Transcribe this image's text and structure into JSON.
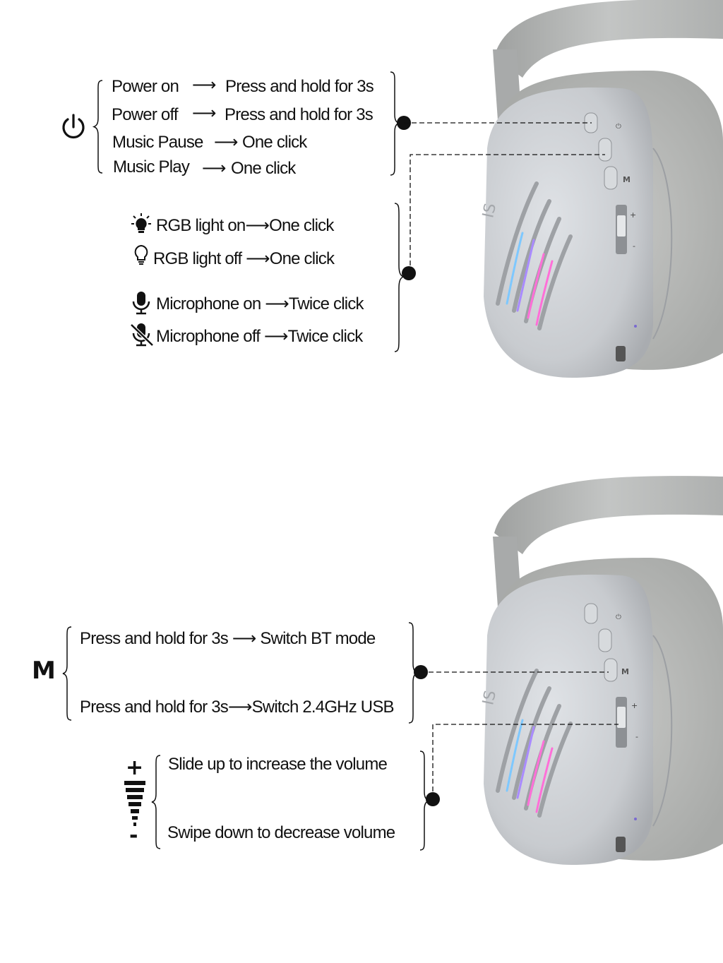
{
  "section1": {
    "power_rows": [
      {
        "action": "Power on",
        "arrow": "⟶",
        "result": "Press and hold for 3s"
      },
      {
        "action": "Power off",
        "arrow": "⟶",
        "result": "Press and hold for 3s"
      },
      {
        "action": "Music Pause",
        "arrow": "⟶",
        "result": "One click"
      },
      {
        "action": "Music Play",
        "arrow": "⟶",
        "result": "One click"
      }
    ],
    "feature_rows": [
      {
        "icon": "sun-bulb-icon",
        "text": "RGB light on⟶One click"
      },
      {
        "icon": "bulb-icon",
        "text": "RGB light off ⟶One click"
      },
      {
        "icon": "microphone-icon",
        "text": "Microphone  on ⟶Twice click"
      },
      {
        "icon": "microphone-muted-icon",
        "text": "Microphone  off ⟶Twice click"
      }
    ]
  },
  "section2": {
    "m_label": "M",
    "m_rows": [
      "Press and hold for 3s ⟶ Switch BT mode",
      "Press and hold for 3s⟶Switch 2.4GHz USB"
    ],
    "volume_plus": "+",
    "volume_minus": "-",
    "volume_rows": [
      "Slide up to increase the volume",
      "Swipe down to decrease volume"
    ]
  },
  "headphone": {
    "button_labels": [
      "⏻",
      "M"
    ],
    "slider_plus": "+",
    "slider_minus": "-",
    "colors": {
      "body": "#c9ccd0",
      "cushion": "#bdbfbe",
      "band": "#b3b5b4",
      "rgb_blue": "#7ec8ff",
      "rgb_pink": "#ff6fd8"
    }
  }
}
